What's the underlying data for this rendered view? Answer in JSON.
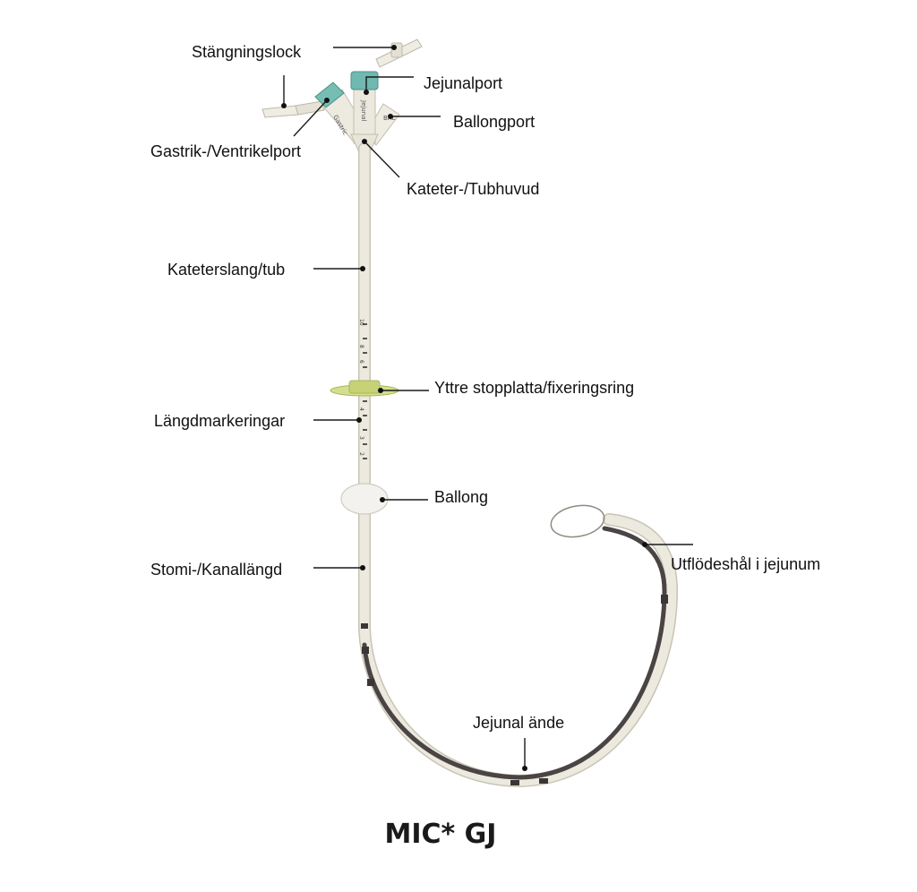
{
  "title": "MIC* GJ",
  "labels": {
    "cap": "Stängningslock",
    "jejunal_port": "Jejunalport",
    "balloon_port": "Ballongport",
    "gastric_port": "Gastrik-/Ventrikelport",
    "catheter_head": "Kateter-/Tubhuvud",
    "tube": "Kateterslang/tub",
    "stop_plate": "Yttre stopplatta/fixeringsring",
    "length_marks": "Längdmarkeringar",
    "balloon": "Ballong",
    "stoma_length": "Stomi-/Kanallängd",
    "outlet_holes": "Utflödeshål i jejunum",
    "jejunal_end": "Jejunal ände"
  },
  "port_texts": {
    "gastric": "Gastric",
    "jejunal": "Jejunal",
    "bal": "BAL"
  },
  "scale_marks": [
    "10",
    "8",
    "6",
    "4",
    "3",
    "2"
  ],
  "colors": {
    "tube": "#ece9de",
    "tube_edge": "#c9c4b4",
    "tip_dark": "#4a4444",
    "port_teal": "#6fb8b0",
    "stop_plate": "#cfdc86",
    "text": "#111111"
  }
}
